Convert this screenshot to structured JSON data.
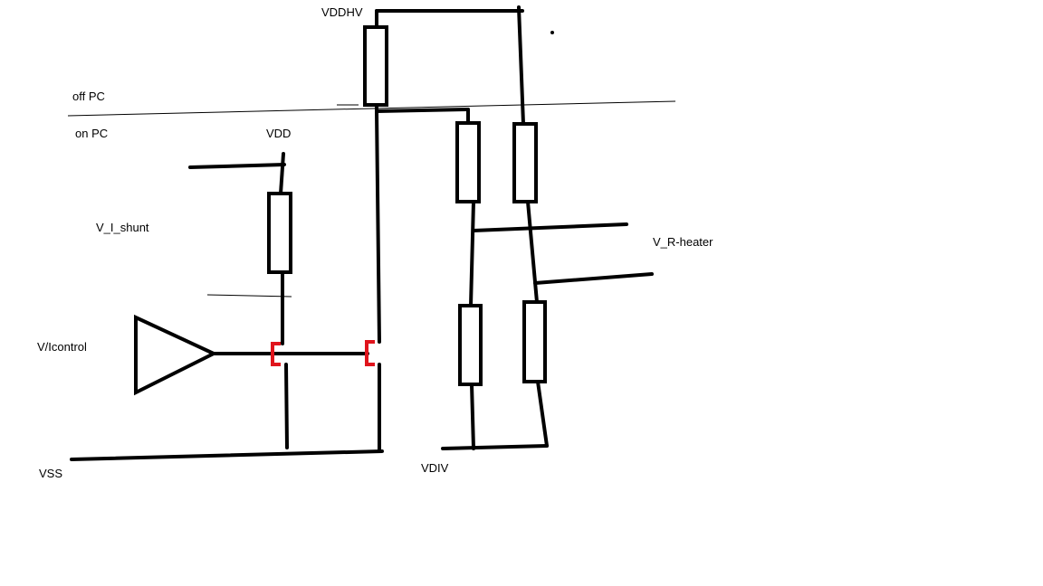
{
  "labels": {
    "vddhv": "VDDHV",
    "off_pc": "off PC",
    "on_pc": "on PC",
    "vdd": "VDD",
    "v_i_shunt": "V_I_shunt",
    "v_icontrol": "V/Icontrol",
    "vss": "VSS",
    "vdiv": "VDIV",
    "v_r_heater": "V_R-heater"
  },
  "colors": {
    "wire": "#000000",
    "transistor": "#e0141c",
    "background": "#ffffff"
  }
}
